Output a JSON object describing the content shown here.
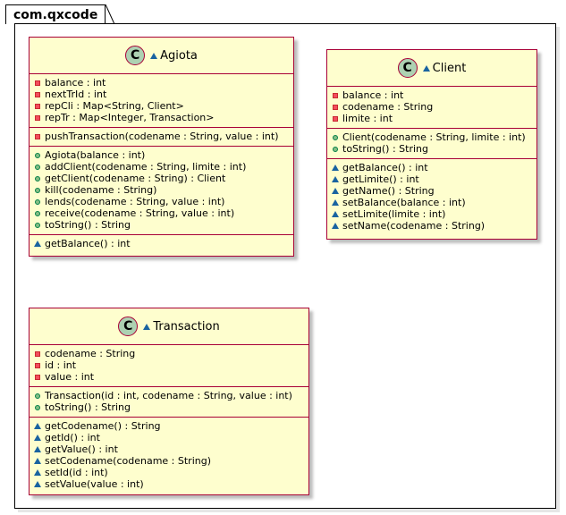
{
  "package": {
    "name": "com.qxcode"
  },
  "classes": [
    {
      "name": "Agiota",
      "stereotype_letter": "C",
      "fields": [
        {
          "vis": "private",
          "text": "balance : int"
        },
        {
          "vis": "private",
          "text": "nextTrId : int"
        },
        {
          "vis": "private",
          "text": "repCli : Map<String, Client>"
        },
        {
          "vis": "private",
          "text": "repTr : Map<Integer, Transaction>"
        }
      ],
      "private_methods": [
        {
          "vis": "private",
          "text": "pushTransaction(codename : String, value : int)"
        }
      ],
      "public_methods": [
        {
          "vis": "public",
          "text": "Agiota(balance : int)"
        },
        {
          "vis": "public",
          "text": "addClient(codename : String, limite : int)"
        },
        {
          "vis": "public",
          "text": "getClient(codename : String) : Client"
        },
        {
          "vis": "public",
          "text": "kill(codename : String)"
        },
        {
          "vis": "public",
          "text": "lends(codename : String, value : int)"
        },
        {
          "vis": "public",
          "text": "receive(codename : String, value : int)"
        },
        {
          "vis": "public",
          "text": "toString() : String"
        }
      ],
      "package_methods": [
        {
          "vis": "package",
          "text": "getBalance() : int"
        }
      ]
    },
    {
      "name": "Client",
      "stereotype_letter": "C",
      "fields": [
        {
          "vis": "private",
          "text": "balance : int"
        },
        {
          "vis": "private",
          "text": "codename : String"
        },
        {
          "vis": "private",
          "text": "limite : int"
        }
      ],
      "public_methods": [
        {
          "vis": "public",
          "text": "Client(codename : String, limite : int)"
        },
        {
          "vis": "public",
          "text": "toString() : String"
        }
      ],
      "package_methods": [
        {
          "vis": "package",
          "text": "getBalance() : int"
        },
        {
          "vis": "package",
          "text": "getLimite() : int"
        },
        {
          "vis": "package",
          "text": "getName() : String"
        },
        {
          "vis": "package",
          "text": "setBalance(balance : int)"
        },
        {
          "vis": "package",
          "text": "setLimite(limite : int)"
        },
        {
          "vis": "package",
          "text": "setName(codename : String)"
        }
      ]
    },
    {
      "name": "Transaction",
      "stereotype_letter": "C",
      "fields": [
        {
          "vis": "private",
          "text": "codename : String"
        },
        {
          "vis": "private",
          "text": "id : int"
        },
        {
          "vis": "private",
          "text": "value : int"
        }
      ],
      "public_methods": [
        {
          "vis": "public",
          "text": "Transaction(id : int, codename : String, value : int)"
        },
        {
          "vis": "public",
          "text": "toString() : String"
        }
      ],
      "package_methods": [
        {
          "vis": "package",
          "text": "getCodename() : String"
        },
        {
          "vis": "package",
          "text": "getId() : int"
        },
        {
          "vis": "package",
          "text": "getValue() : int"
        },
        {
          "vis": "package",
          "text": "setCodename(codename : String)"
        },
        {
          "vis": "package",
          "text": "setId(id : int)"
        },
        {
          "vis": "package",
          "text": "setValue(value : int)"
        }
      ]
    }
  ]
}
